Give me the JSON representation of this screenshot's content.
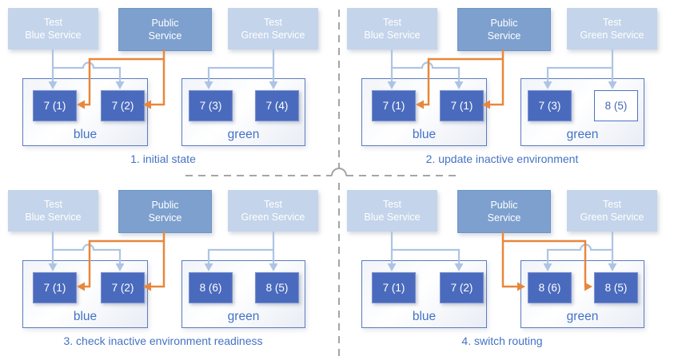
{
  "colors": {
    "page_bg": "#ffffff",
    "service_light_bg": "#c4d4ea",
    "service_light_text": "#ffffff",
    "service_public_bg": "#7da0ce",
    "service_public_text": "#ffffff",
    "pod_bg": "#4a6bbd",
    "pod_border": "#7b90cf",
    "pod_text": "#ffffff",
    "pod_outlined_bg": "#ffffff",
    "pod_outlined_border": "#4d74c0",
    "pod_outlined_text": "#4468b4",
    "env_border": "#5d7cbe",
    "env_label_text": "#4472c4",
    "caption_text": "#4472c4",
    "arrow_light": "#aec4e5",
    "arrow_orange": "#e8873c",
    "divider": "#a5a5a5"
  },
  "quadrants": [
    {
      "caption": "1. initial state",
      "public_routes_to": "blue",
      "services": [
        {
          "line1": "Test",
          "line2": "Blue Service"
        },
        {
          "line1": "Public",
          "line2": "Service"
        },
        {
          "line1": "Test",
          "line2": "Green Service"
        }
      ],
      "environments": [
        {
          "name": "blue",
          "pods": [
            {
              "label": "7 (1)",
              "style": "filled"
            },
            {
              "label": "7 (2)",
              "style": "filled"
            }
          ]
        },
        {
          "name": "green",
          "pods": [
            {
              "label": "7 (3)",
              "style": "filled"
            },
            {
              "label": "7 (4)",
              "style": "filled"
            }
          ]
        }
      ]
    },
    {
      "caption": "2. update inactive environment",
      "public_routes_to": "blue",
      "services": [
        {
          "line1": "Test",
          "line2": "Blue Service"
        },
        {
          "line1": "Public",
          "line2": "Service"
        },
        {
          "line1": "Test",
          "line2": "Green Service"
        }
      ],
      "environments": [
        {
          "name": "blue",
          "pods": [
            {
              "label": "7 (1)",
              "style": "filled"
            },
            {
              "label": "7 (1)",
              "style": "filled"
            }
          ]
        },
        {
          "name": "green",
          "pods": [
            {
              "label": "7 (3)",
              "style": "filled"
            },
            {
              "label": "8 (5)",
              "style": "outlined"
            }
          ]
        }
      ]
    },
    {
      "caption": "3. check inactive environment readiness",
      "public_routes_to": "blue",
      "services": [
        {
          "line1": "Test",
          "line2": "Blue Service"
        },
        {
          "line1": "Public",
          "line2": "Service"
        },
        {
          "line1": "Test",
          "line2": "Green Service"
        }
      ],
      "environments": [
        {
          "name": "blue",
          "pods": [
            {
              "label": "7 (1)",
              "style": "filled"
            },
            {
              "label": "7 (2)",
              "style": "filled"
            }
          ]
        },
        {
          "name": "green",
          "pods": [
            {
              "label": "8 (6)",
              "style": "filled"
            },
            {
              "label": "8 (5)",
              "style": "filled"
            }
          ]
        }
      ]
    },
    {
      "caption": "4. switch routing",
      "public_routes_to": "green",
      "services": [
        {
          "line1": "Test",
          "line2": "Blue Service"
        },
        {
          "line1": "Public",
          "line2": "Service"
        },
        {
          "line1": "Test",
          "line2": "Green Service"
        }
      ],
      "environments": [
        {
          "name": "blue",
          "pods": [
            {
              "label": "7 (1)",
              "style": "filled"
            },
            {
              "label": "7 (2)",
              "style": "filled"
            }
          ]
        },
        {
          "name": "green",
          "pods": [
            {
              "label": "8 (6)",
              "style": "filled"
            },
            {
              "label": "8 (5)",
              "style": "filled"
            }
          ]
        }
      ]
    }
  ]
}
